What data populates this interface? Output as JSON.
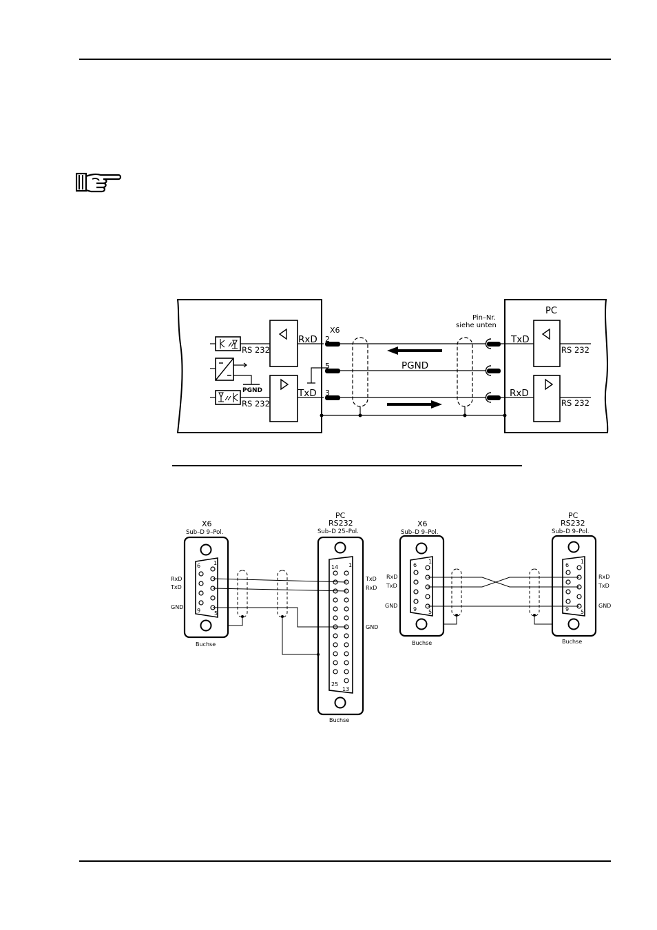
{
  "top_diagram": {
    "x6_label": "X6",
    "pin_2": "2",
    "pin_5": "5",
    "pin_3": "3",
    "pin_note_line1": "Pin–Nr.",
    "pin_note_line2": "siehe unten",
    "pc_label": "PC",
    "left_rxd": "RxD",
    "left_txd": "TxD",
    "left_rs232_top": "RS 232",
    "left_rs232_bottom": "RS 232",
    "left_pgnd": "PGND",
    "center_pgnd": "PGND",
    "pc_txd": "TxD",
    "pc_rxd": "RxD",
    "pc_rs232_top": "RS 232",
    "pc_rs232_bottom": "RS 232"
  },
  "cable_25": {
    "x6_title": "X6",
    "x6_subtitle": "Sub–D 9–Pol.",
    "pc_title": "PC",
    "pc_title2": "RS232",
    "pc_subtitle": "Sub–D 25–Pol.",
    "left_rxd": "RxD",
    "left_txd": "TxD",
    "left_gnd": "GND",
    "right_txd": "TxD",
    "right_rxd": "RxD",
    "right_gnd": "GND",
    "socket_left": "Buchse",
    "socket_right": "Buchse",
    "pin_labels_9": [
      "6",
      "1",
      "9",
      "5"
    ],
    "pin_labels_25": [
      "14",
      "1",
      "25",
      "13"
    ]
  },
  "cable_9": {
    "x6_title": "X6",
    "x6_subtitle": "Sub–D 9–Pol.",
    "pc_title": "PC",
    "pc_title2": "RS232",
    "pc_subtitle": "Sub–D 9–Pol.",
    "left_rxd": "RxD",
    "left_txd": "TxD",
    "left_gnd": "GND",
    "right_rxd": "RxD",
    "right_txd": "TxD",
    "right_gnd": "GND",
    "socket_left": "Buchse",
    "socket_right": "Buchse",
    "pin_labels_left": [
      "6",
      "1",
      "9",
      "5"
    ],
    "pin_labels_right": [
      "6",
      "1",
      "9",
      "5"
    ]
  },
  "icons": [
    "pointing-hand-icon"
  ]
}
